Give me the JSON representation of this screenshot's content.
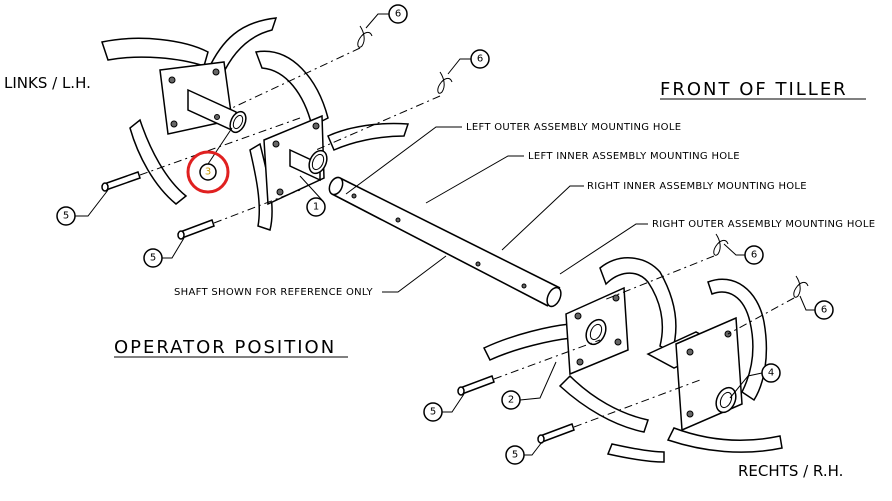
{
  "labels": {
    "links": "LINKS / L.H.",
    "rechts": "RECHTS / R.H.",
    "front": "FRONT OF TILLER",
    "operator": "OPERATOR POSITION",
    "shaft_ref": "SHAFT SHOWN FOR REFERENCE ONLY",
    "left_outer": "LEFT OUTER ASSEMBLY MOUNTING HOLE",
    "left_inner": "LEFT INNER ASSEMBLY MOUNTING HOLE",
    "right_inner": "RIGHT INNER ASSEMBLY MOUNTING HOLE",
    "right_outer": "RIGHT OUTER ASSEMBLY MOUNTING HOLE"
  },
  "callouts": {
    "c1": "1",
    "c2": "2",
    "c3": "3",
    "c4": "4",
    "c5a": "5",
    "c5b": "5",
    "c5c": "5",
    "c5d": "5",
    "c6a": "6",
    "c6b": "6",
    "c6c": "6",
    "c6d": "6"
  },
  "colors": {
    "highlight_circle": "#e02020",
    "highlight_dot": "#f2c200"
  }
}
